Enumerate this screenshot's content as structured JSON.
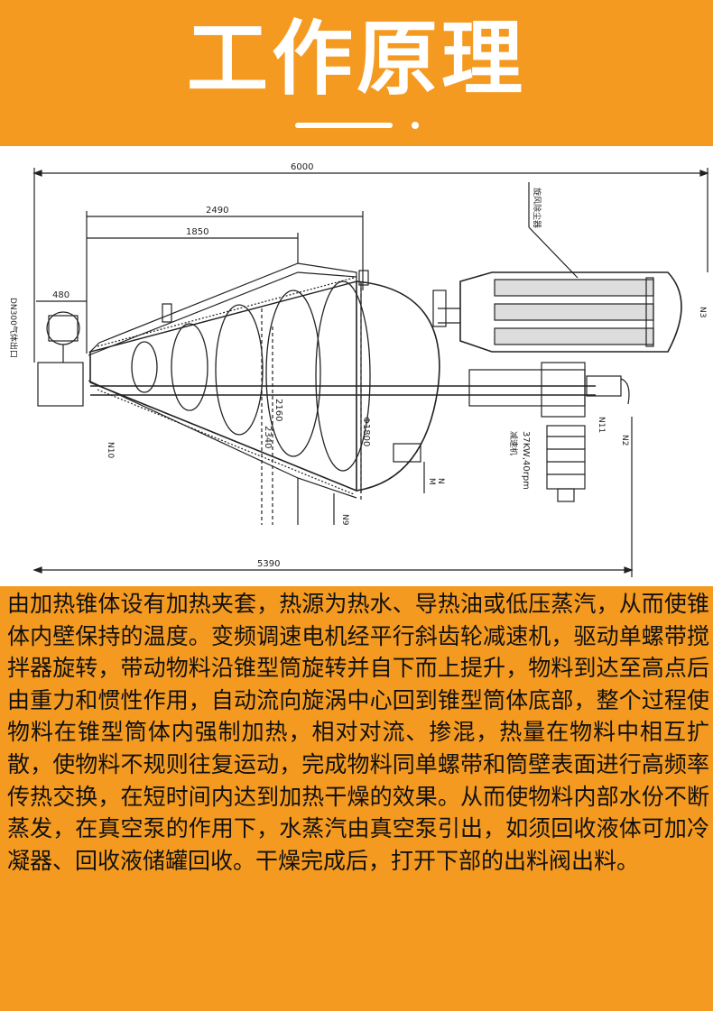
{
  "header": {
    "title": "工作原理"
  },
  "drawing": {
    "dimensions": {
      "total_length": "6000",
      "dim_2490": "2490",
      "dim_1850": "1850",
      "dim_480": "480",
      "base_length": "5390",
      "dia_1800": "Φ1800",
      "dim_2160": "2160",
      "dim_2340": "2340"
    },
    "labels": {
      "inlet": "DN300气体出口",
      "filter": "旋风除尘器",
      "motor": "37KW,40rpm",
      "reducer": "减速机",
      "n3": "N3",
      "n10": "N10",
      "n11": "N11",
      "n2": "N2",
      "n9": "N9",
      "m": "M",
      "n": "N"
    }
  },
  "body": {
    "paragraph": "由加热锥体设有加热夹套，热源为热水、导热油或低压蒸汽，从而使锥体内壁保持的温度。变频调速电机经平行斜齿轮减速机，驱动单螺带搅拌器旋转，带动物料沿锥型筒旋转并自下而上提升，物料到达至高点后由重力和惯性作用，自动流向旋涡中心回到锥型筒体底部，整个过程使物料在锥型筒体内强制加热，相对对流、掺混，热量在物料中相互扩散，使物料不规则往复运动，完成物料同单螺带和筒壁表面进行高频率传热交换，在短时间内达到加热干燥的效果。从而使物料内部水份不断蒸发，在真空泵的作用下，水蒸汽由真空泵引出，如须回收液体可加冷凝器、回收液储罐回收。干燥完成后，打开下部的出料阀出料。"
  }
}
